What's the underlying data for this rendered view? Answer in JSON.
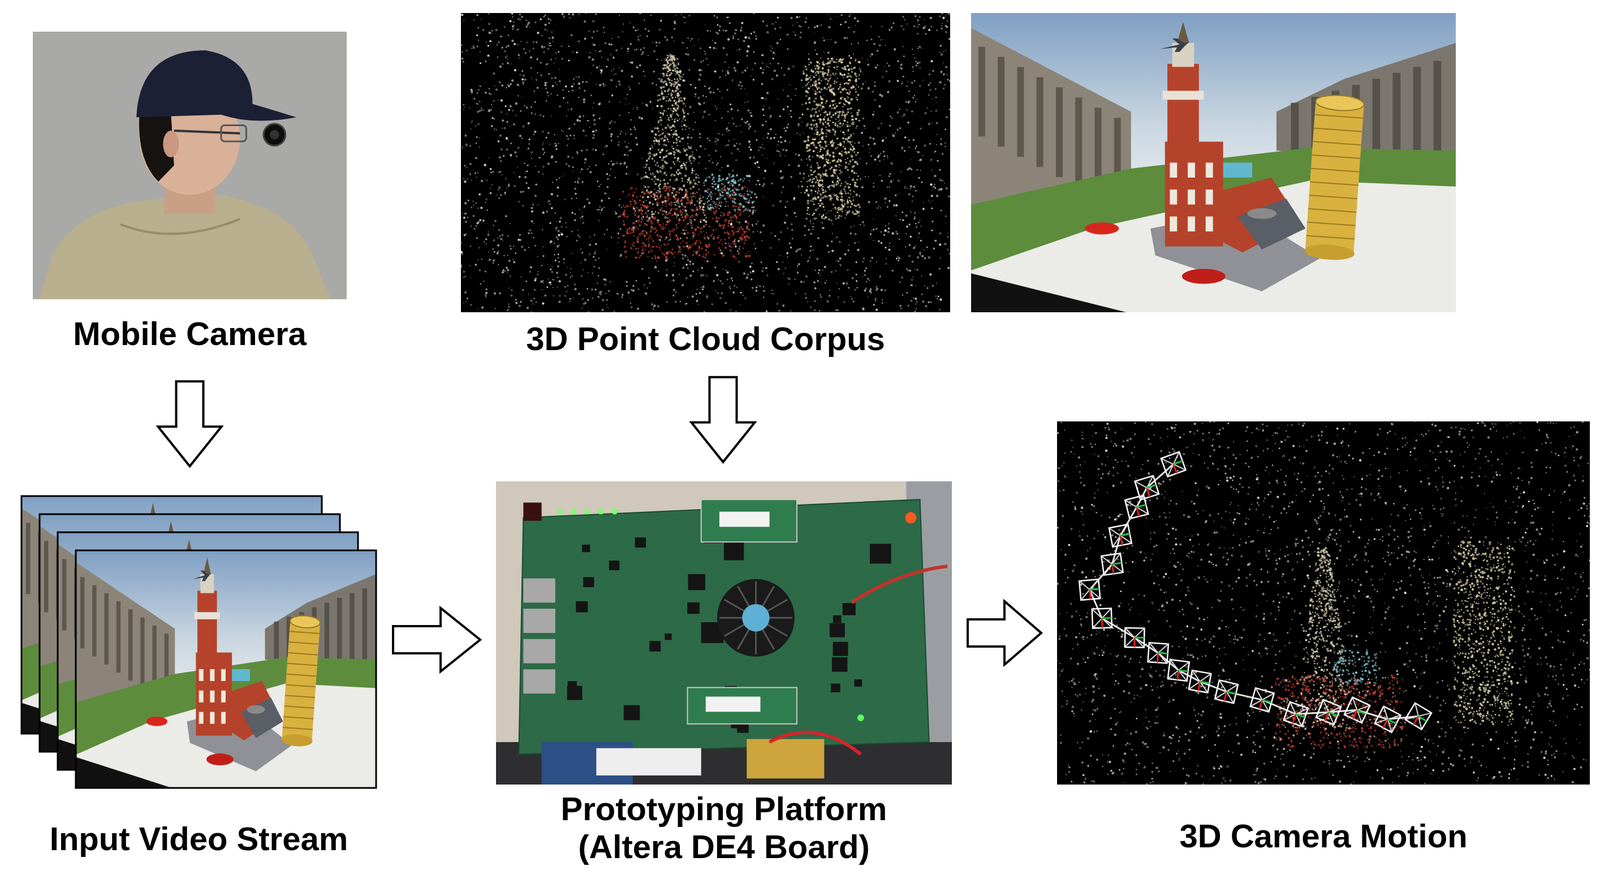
{
  "diagram": {
    "nodes": [
      {
        "text": [
          "Mobile Camera"
        ]
      },
      {
        "text": [
          "3D Point Cloud Corpus"
        ]
      },
      {
        "text": [
          "Input Video Stream"
        ]
      },
      {
        "text": [
          "Prototyping Platform (Altera DE4 Board)"
        ]
      },
      {
        "text": [
          "3D Camera Motion"
        ]
      }
    ],
    "edges": [
      {
        "from": 0,
        "to": 2,
        "arrow": "to"
      },
      {
        "from": 1,
        "to": 3,
        "arrow": "to"
      },
      {
        "from": 2,
        "to": 3,
        "arrow": "to"
      },
      {
        "from": 3,
        "to": 4,
        "arrow": "to"
      }
    ]
  }
}
